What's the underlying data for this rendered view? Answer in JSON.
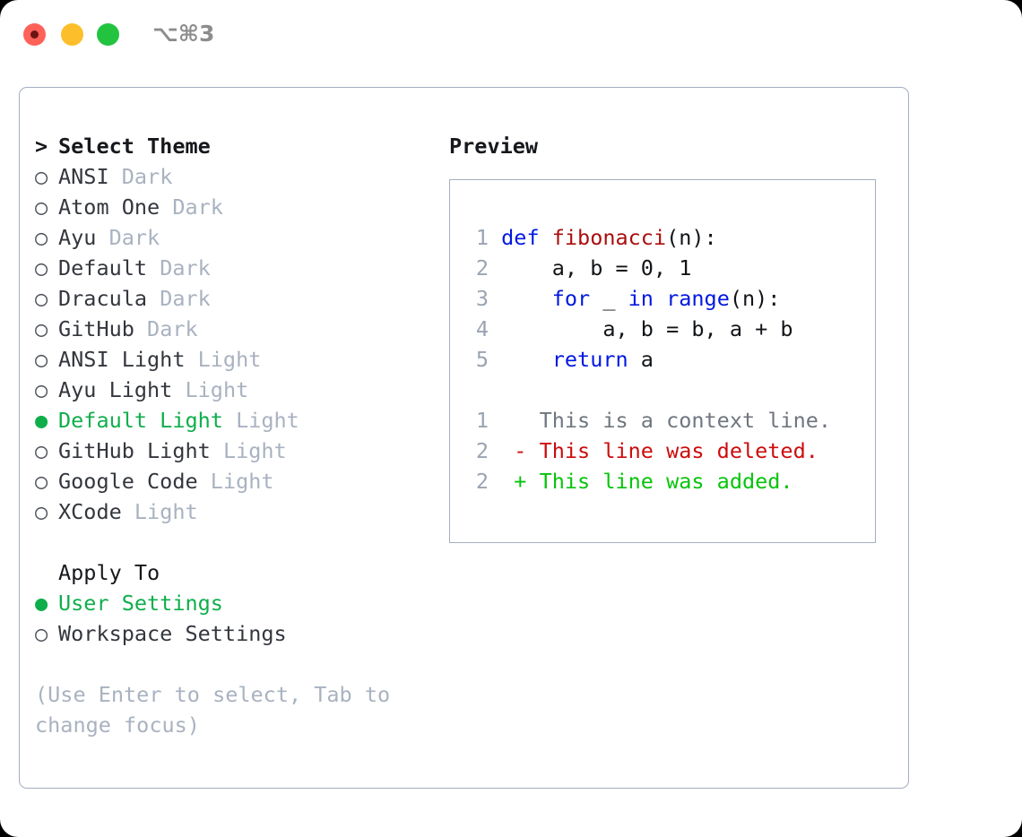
{
  "window": {
    "traffic_lights": [
      "close",
      "minimize",
      "zoom"
    ],
    "shortcut_label": "⌥⌘3",
    "colors": {
      "close": "#ff6159",
      "minimize": "#fcbe2a",
      "zoom": "#22c33e",
      "accent_green": "#0fae4b",
      "muted": "#a9b2c0",
      "border": "#a4aebe"
    }
  },
  "theme_picker": {
    "header": {
      "caret": ">",
      "title": "Select Theme"
    },
    "markers": {
      "unselected": "○",
      "selected": "●"
    },
    "items": [
      {
        "marker": "○",
        "label": "ANSI",
        "badge": "Dark",
        "selected": false
      },
      {
        "marker": "○",
        "label": "Atom One",
        "badge": "Dark",
        "selected": false
      },
      {
        "marker": "○",
        "label": "Ayu",
        "badge": "Dark",
        "selected": false
      },
      {
        "marker": "○",
        "label": "Default",
        "badge": "Dark",
        "selected": false
      },
      {
        "marker": "○",
        "label": "Dracula",
        "badge": "Dark",
        "selected": false
      },
      {
        "marker": "○",
        "label": "GitHub",
        "badge": "Dark",
        "selected": false
      },
      {
        "marker": "○",
        "label": "ANSI Light",
        "badge": "Light",
        "selected": false
      },
      {
        "marker": "○",
        "label": "Ayu Light",
        "badge": "Light",
        "selected": false
      },
      {
        "marker": "●",
        "label": "Default Light",
        "badge": "Light",
        "selected": true
      },
      {
        "marker": "○",
        "label": "GitHub Light",
        "badge": "Light",
        "selected": false
      },
      {
        "marker": "○",
        "label": "Google Code",
        "badge": "Light",
        "selected": false
      },
      {
        "marker": "○",
        "label": "XCode",
        "badge": "Light",
        "selected": false
      }
    ]
  },
  "apply_to": {
    "heading": "Apply To",
    "options": [
      {
        "marker": "●",
        "label": "User Settings",
        "selected": true
      },
      {
        "marker": "○",
        "label": "Workspace Settings",
        "selected": false
      }
    ]
  },
  "hint": "(Use Enter to select, Tab to change focus)",
  "preview": {
    "title": "Preview",
    "code_lines": [
      {
        "no": "1",
        "tokens": [
          {
            "t": "def ",
            "c": "kw"
          },
          {
            "t": "fibonacci",
            "c": "fn"
          },
          {
            "t": "(n):",
            "c": ""
          }
        ]
      },
      {
        "no": "2",
        "tokens": [
          {
            "t": "    a, b = 0, 1",
            "c": ""
          }
        ]
      },
      {
        "no": "3",
        "tokens": [
          {
            "t": "    ",
            "c": ""
          },
          {
            "t": "for",
            "c": "kw"
          },
          {
            "t": " _ ",
            "c": ""
          },
          {
            "t": "in",
            "c": "kw"
          },
          {
            "t": " ",
            "c": ""
          },
          {
            "t": "range",
            "c": "kw"
          },
          {
            "t": "(n):",
            "c": ""
          }
        ]
      },
      {
        "no": "4",
        "tokens": [
          {
            "t": "        a, b = b, a + b",
            "c": ""
          }
        ]
      },
      {
        "no": "5",
        "tokens": [
          {
            "t": "    ",
            "c": ""
          },
          {
            "t": "return",
            "c": "kw"
          },
          {
            "t": " a",
            "c": ""
          }
        ]
      }
    ],
    "diff_lines": [
      {
        "no": "1",
        "sign": " ",
        "text": " This is a context line.",
        "kind": "diff-ctx"
      },
      {
        "no": "2",
        "sign": "-",
        "text": " This line was deleted.",
        "kind": "diff-del"
      },
      {
        "no": "2",
        "sign": "+",
        "text": " This line was added.",
        "kind": "diff-add"
      }
    ]
  }
}
